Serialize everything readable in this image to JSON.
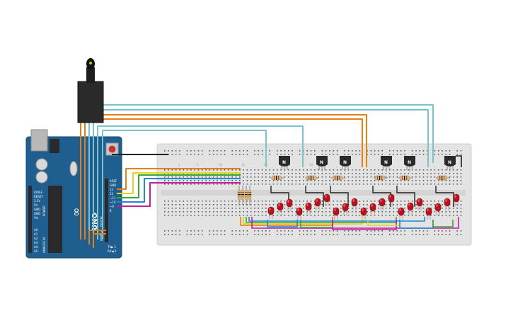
{
  "arduino": {
    "logo": "UNO",
    "power_pins": [
      "IOREF",
      "RESET",
      "3.3V",
      "5V",
      "GND",
      "GND",
      "Vin"
    ],
    "analog_pins": [
      "A0",
      "A1",
      "A2",
      "A3",
      "A4",
      "A5"
    ],
    "header_labels": [
      "AREF",
      "GND",
      "13",
      "12",
      "~11",
      "~10",
      "~9",
      "8"
    ],
    "power_label": "POWER",
    "analog_label": "ANALOG IN",
    "digital_label": "DIGITAL",
    "pwm_label": "(PWM~)",
    "tx_label": "TX▶ 1",
    "rx_label": "RX◀ 0"
  },
  "breadboard": {
    "column_numbers": [
      "1",
      "5",
      "10",
      "15",
      "20",
      "25",
      "30"
    ]
  },
  "transistors": [
    {
      "label": "N"
    },
    {
      "label": "N"
    },
    {
      "label": "N"
    },
    {
      "label": "N"
    },
    {
      "label": "N"
    },
    {
      "label": "N"
    }
  ],
  "colors": {
    "arduino_board": "#1f5f8f",
    "breadboard": "#e5e5e5",
    "led": "#b8141e",
    "transistor": "#2a2a2a",
    "wire_cyan": "#7bc4cf",
    "wire_orange": "#e67e16",
    "wire_yellow": "#e8d21a",
    "wire_green": "#3aa535",
    "wire_blue": "#1e88d6",
    "wire_magenta": "#c41e9a",
    "wire_black": "#222222"
  }
}
